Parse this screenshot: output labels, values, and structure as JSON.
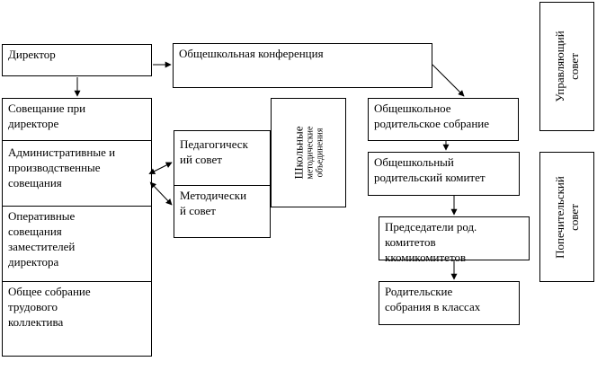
{
  "nodes": {
    "director": "Директор",
    "conference": "Общешкольная конференция",
    "governing_council": "Управляющий\nсовет",
    "trustee_council": "Попечительский\nсовет",
    "meeting_director": "Совещание при\nдиректоре",
    "admin_meetings": "Административные и\nпроизводственные\nсовещания",
    "operative_meetings": "Оперативные\nсовещания\nзаместителей\nдиректора",
    "general_assembly": "Общее собрание\nтрудового\nколлектива",
    "ped_council": "Педагогическ\nий совет",
    "method_council": "Методически\nй совет",
    "school_method_assoc_line1": "Школьные",
    "school_method_assoc_line2": "методические\nобъединения",
    "parent_assembly": "Общешкольное\nродительское собрание",
    "parent_committee": "Общешкольный\nродительский комитет",
    "chairs_committees": "Председатели род.\nкомитетов\nккомикомитетов",
    "class_parent_meetings": "Родительские\nсобрания в классах"
  }
}
